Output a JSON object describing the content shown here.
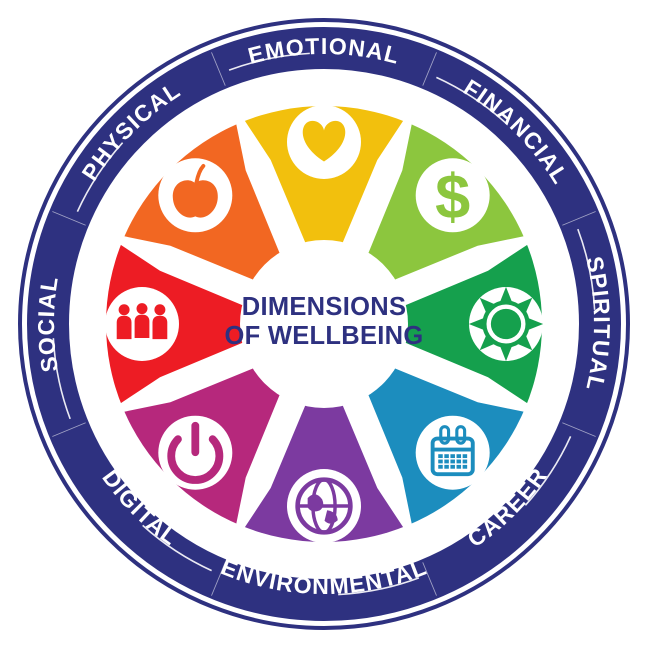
{
  "graphic": {
    "type": "wellbeing-wheel",
    "center_title_line1": "DIMENSIONS",
    "center_title_line2": "OF WELLBEING",
    "center_text_color": "#2e3180",
    "ring_color": "#2e3180",
    "ring_label_color": "#ffffff",
    "background_color": "#ffffff"
  },
  "chart_data": {
    "type": "pie",
    "title": "DIMENSIONS OF WELLBEING",
    "categories": [
      "FINANCIAL",
      "SPIRITUAL",
      "CAREER",
      "ENVIRONMENTAL",
      "DIGITAL",
      "SOCIAL",
      "PHYSICAL",
      "EMOTIONAL"
    ],
    "values": [
      12.5,
      12.5,
      12.5,
      12.5,
      12.5,
      12.5,
      12.5,
      12.5
    ],
    "legend_position": "outer-ring",
    "grid": false
  },
  "segments": [
    {
      "id": "financial",
      "label": "FINANCIAL",
      "color": "#8cc63e",
      "icon": "dollar-icon",
      "icon_glyph": "$",
      "start_angle": -67.5,
      "end_angle": -22.5
    },
    {
      "id": "spiritual",
      "label": "SPIRITUAL",
      "color": "#15a04d",
      "icon": "sun-icon",
      "icon_glyph": "sun",
      "start_angle": -22.5,
      "end_angle": 22.5
    },
    {
      "id": "career",
      "label": "CAREER",
      "color": "#1c8dbe",
      "icon": "calendar-icon",
      "icon_glyph": "calendar",
      "start_angle": 22.5,
      "end_angle": 67.5
    },
    {
      "id": "environmental",
      "label": "ENVIRONMENTAL",
      "color": "#7c3aa0",
      "icon": "globe-icon",
      "icon_glyph": "globe",
      "start_angle": 67.5,
      "end_angle": 112.5
    },
    {
      "id": "digital",
      "label": "DIGITAL",
      "color": "#b6287c",
      "icon": "power-icon",
      "icon_glyph": "power",
      "start_angle": 112.5,
      "end_angle": 157.5
    },
    {
      "id": "social",
      "label": "SOCIAL",
      "color": "#ed1c24",
      "icon": "people-icon",
      "icon_glyph": "people",
      "start_angle": 157.5,
      "end_angle": 202.5
    },
    {
      "id": "physical",
      "label": "PHYSICAL",
      "color": "#f26722",
      "icon": "apple-icon",
      "icon_glyph": "apple",
      "start_angle": 202.5,
      "end_angle": 247.5
    },
    {
      "id": "emotional",
      "label": "EMOTIONAL",
      "color": "#f2c00d",
      "icon": "heart-icon",
      "icon_glyph": "heart",
      "start_angle": 247.5,
      "end_angle": 292.5
    }
  ]
}
